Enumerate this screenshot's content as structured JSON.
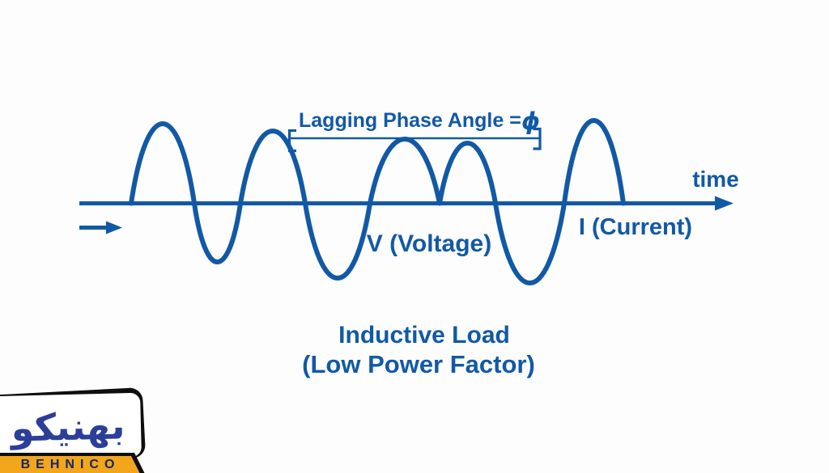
{
  "colors": {
    "blue": "#1159a6",
    "indigo": "#2b3e9a",
    "yellow": "#f2a61c",
    "navy": "#15256b",
    "black": "#0e0e0e"
  },
  "diagram": {
    "phase_label": "Lagging Phase Angle =",
    "phi_symbol": "ϕ",
    "time_label": "time",
    "current_label": "I (Current)",
    "voltage_label": "V (Voltage)",
    "caption_line1": "Inductive Load",
    "caption_line2": "(Low Power Factor)"
  },
  "logo": {
    "farsi_name": "بهنیکو",
    "latin_name": "BEHNICO"
  },
  "chart_data": {
    "type": "line",
    "title": "Lagging Phase Angle = ϕ",
    "xlabel": "time",
    "caption": "Inductive Load (Low Power Factor)",
    "series": [
      {
        "name": "V (Voltage)"
      },
      {
        "name": "I (Current)"
      }
    ],
    "annotations": [
      "Lagging Phase Angle = ϕ",
      "arrow along axis indicating time direction"
    ],
    "waveform": {
      "axis_y": 251.5,
      "x_start": 162,
      "x_end": 770,
      "segments": [
        {
          "x1": 162,
          "x2": 240,
          "peak_y": 153
        },
        {
          "x1": 240,
          "x2": 297,
          "peak_y": 324
        },
        {
          "x1": 297,
          "x2": 377,
          "peak_y": 162
        },
        {
          "x1": 377,
          "x2": 457,
          "peak_y": 344
        },
        {
          "x1": 457,
          "x2": 543,
          "peak_y": 172
        },
        {
          "x1": 543,
          "x2": 612,
          "peak_y": 177
        },
        {
          "x1": 612,
          "x2": 697,
          "peak_y": 350
        },
        {
          "x1": 697,
          "x2": 770,
          "peak_y": 149
        }
      ]
    }
  }
}
